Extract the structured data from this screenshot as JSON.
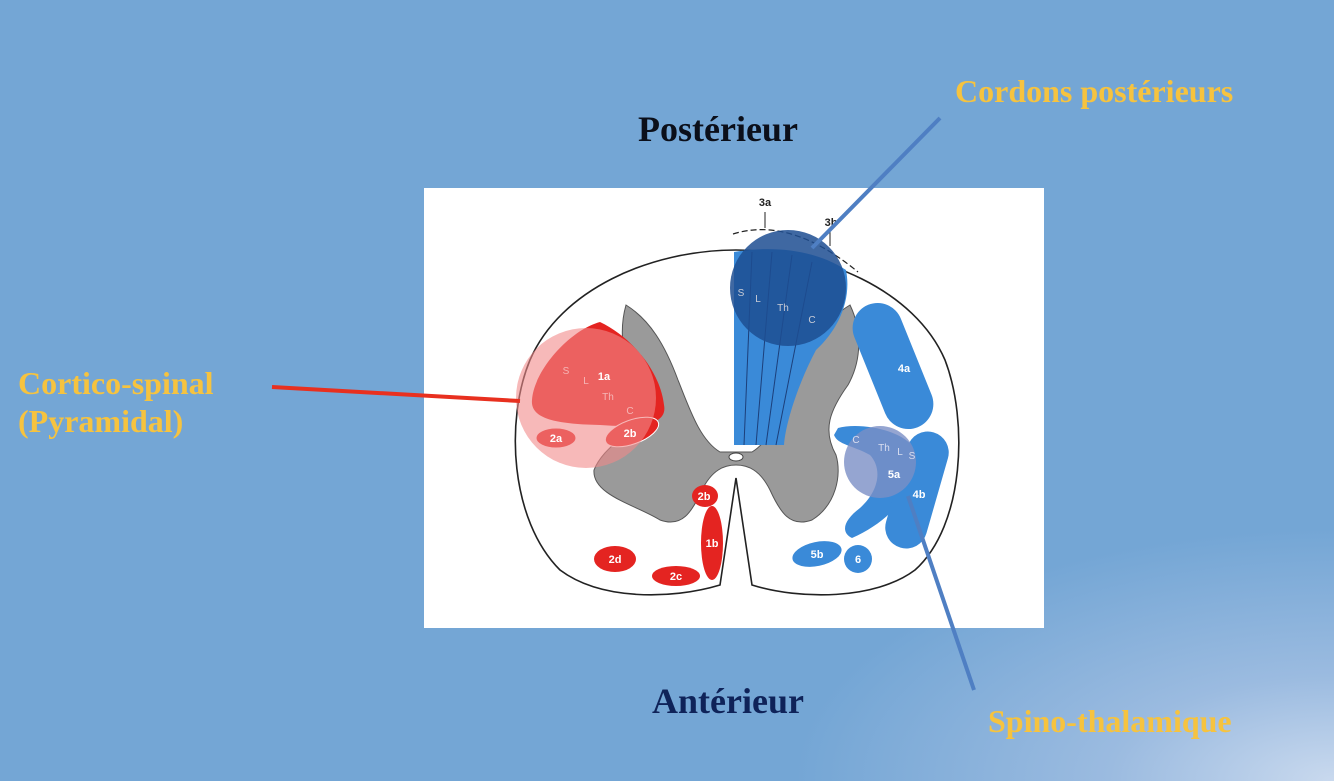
{
  "labels": {
    "posterieur": "Postérieur",
    "anterieur": "Antérieur",
    "cordons_posterieurs": "Cordons postérieurs",
    "cortico_spinal_line1": "Cortico-spinal",
    "cortico_spinal_line2": "(Pyramidal)",
    "spino_thalamique": "Spino-thalamique"
  },
  "tract_labels": {
    "t3a": "3a",
    "t3b": "3b",
    "t1a": "1a",
    "t2a": "2a",
    "t2b_lateral": "2b",
    "t2b_medial": "2b",
    "t1b": "1b",
    "t2c": "2c",
    "t2d": "2d",
    "t4a": "4a",
    "t4b": "4b",
    "t5a": "5a",
    "t5b": "5b",
    "t6": "6"
  },
  "segment_letters": {
    "posterior": [
      "S",
      "L",
      "Th",
      "C"
    ],
    "cortico": [
      "S",
      "L",
      "Th",
      "C"
    ],
    "spino": [
      "C",
      "Th",
      "L",
      "S"
    ]
  },
  "colors": {
    "background": "#74a6d5",
    "motor_red": "#e42421",
    "sensory_blue": "#3a8ad8",
    "grey_matter": "#9a9a9a",
    "highlight_text": "#f6c33f",
    "pointer_red": "#e8301f",
    "pointer_blue": "#4f7fc3"
  }
}
